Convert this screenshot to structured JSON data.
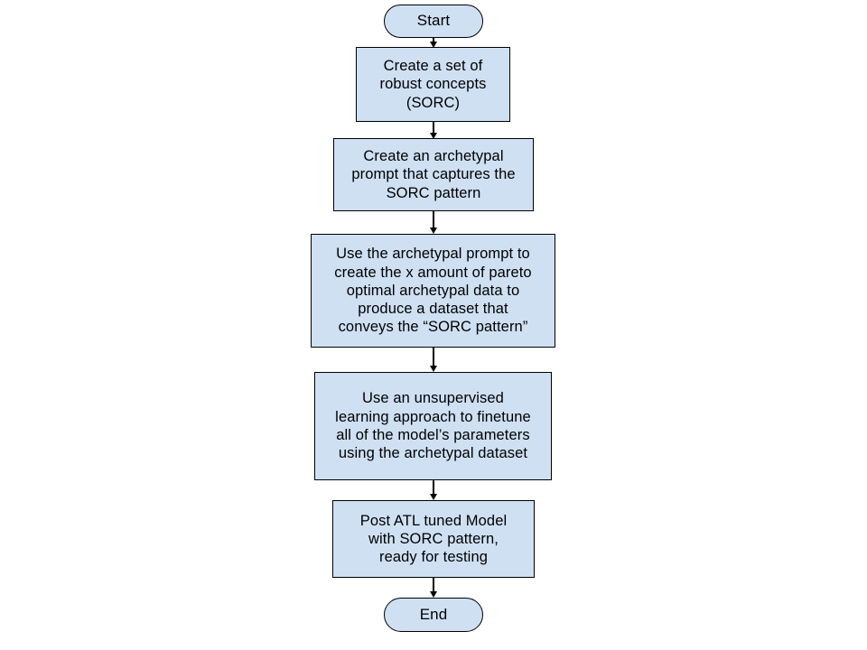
{
  "diagram": {
    "title": "ATL tuning pipeline flowchart",
    "orientation": "top-to-bottom",
    "background_color": "#ffffff",
    "node_fill_color": "#cfe0f3",
    "node_border_color": "#000000",
    "connector_color": "#000000",
    "nodes": [
      {
        "id": "start",
        "shape": "terminator",
        "label": "Start"
      },
      {
        "id": "step1",
        "shape": "process",
        "label": "Create a set of\nrobust concepts\n(SORC)"
      },
      {
        "id": "step2",
        "shape": "process",
        "label": "Create an archetypal\nprompt that captures the\nSORC pattern"
      },
      {
        "id": "step3",
        "shape": "process",
        "label": "Use the archetypal prompt to\ncreate the x amount of pareto\noptimal archetypal data to\nproduce a dataset that\nconveys the “SORC pattern”"
      },
      {
        "id": "step4",
        "shape": "process",
        "label": "Use an unsupervised\nlearning approach to finetune\nall of the model’s parameters\nusing the archetypal dataset"
      },
      {
        "id": "step5",
        "shape": "process",
        "label": "Post ATL tuned Model\nwith SORC pattern,\nready for testing"
      },
      {
        "id": "end",
        "shape": "terminator",
        "label": "End"
      }
    ],
    "edges": [
      {
        "from": "start",
        "to": "step1"
      },
      {
        "from": "step1",
        "to": "step2"
      },
      {
        "from": "step2",
        "to": "step3"
      },
      {
        "from": "step3",
        "to": "step4"
      },
      {
        "from": "step4",
        "to": "step5"
      },
      {
        "from": "step5",
        "to": "end"
      }
    ]
  }
}
